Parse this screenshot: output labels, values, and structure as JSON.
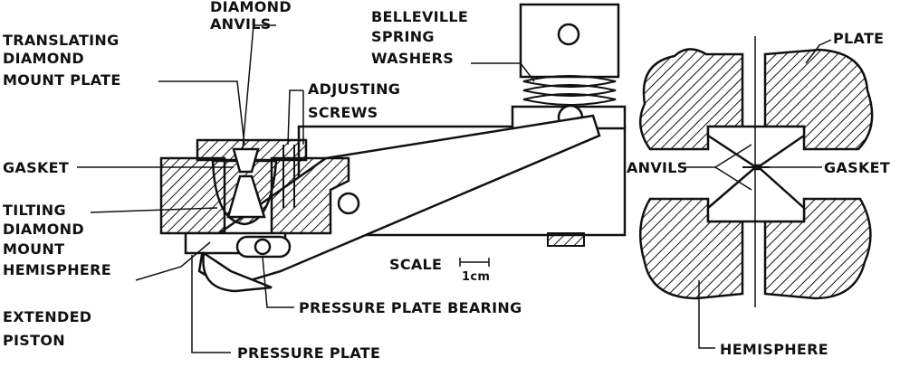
{
  "labels": {
    "diamond_anvils": [
      "DIAMOND",
      "ANVILS"
    ],
    "translating_mount": [
      "TRANSLATING",
      "DIAMOND",
      "MOUNT PLATE"
    ],
    "belleville": [
      "BELLEVILLE",
      "SPRING",
      "WASHERS"
    ],
    "adjusting_screws": [
      "ADJUSTING",
      "SCREWS"
    ],
    "gasket_left": "GASKET",
    "tilting_mount": [
      "TILTING",
      "DIAMOND",
      "MOUNT",
      "HEMISPHERE"
    ],
    "extended_piston": [
      "EXTENDED",
      "PISTON"
    ],
    "pressure_plate": "PRESSURE PLATE",
    "pressure_plate_bearing": "PRESSURE PLATE BEARING",
    "scale": "SCALE",
    "scale_unit": "1cm",
    "plate": "PLATE",
    "anvils": "ANVILS",
    "gasket_right": "GASKET",
    "hemisphere": "HEMISPHERE"
  }
}
